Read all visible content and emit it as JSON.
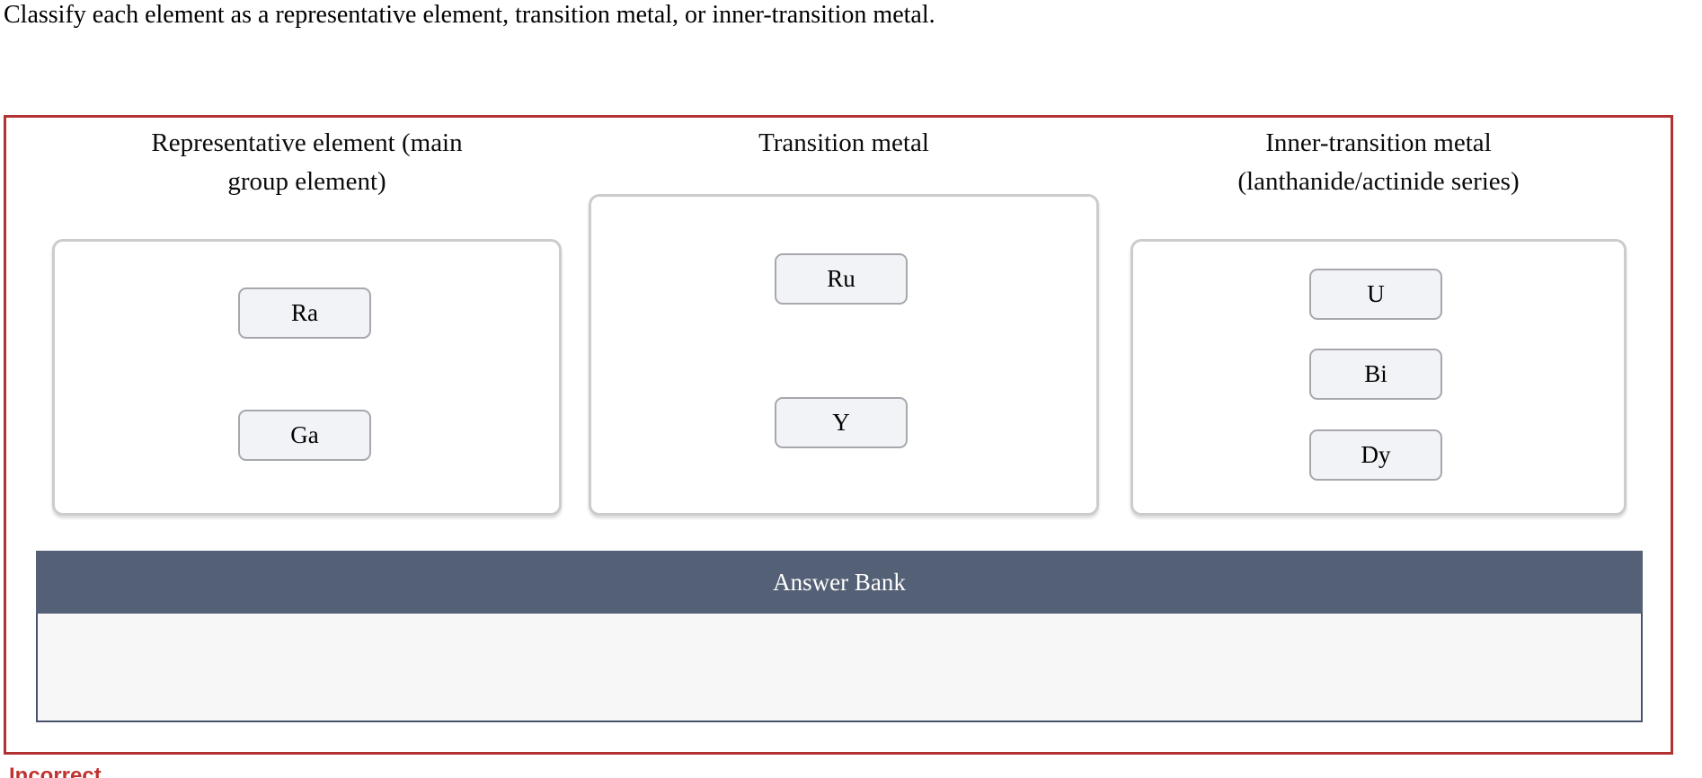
{
  "page": {
    "prompt": "Classify each element as a representative element, transition metal, or inner-transition metal.",
    "feedback": "Incorrect"
  },
  "colors": {
    "frame_border": "#b13232",
    "feedback_text": "#bf3431",
    "bin_border": "#cccccc",
    "chip_bg": "#f2f3f7",
    "chip_border": "#a6a8ae",
    "bank_header_bg": "#546075",
    "bank_header_text": "#ffffff",
    "bank_body_bg": "#f7f7f8",
    "bank_body_border": "#47536b"
  },
  "categories": [
    {
      "id": "representative",
      "label": "Representative element (main group element)",
      "label_lines": [
        "Representative element (main",
        "group element)"
      ],
      "items": [
        "Ra",
        "Ga"
      ]
    },
    {
      "id": "transition",
      "label": "Transition metal",
      "label_lines": [
        "Transition metal"
      ],
      "items": [
        "Ru",
        "Y"
      ]
    },
    {
      "id": "inner-transition",
      "label": "Inner-transition metal (lanthanide/actinide series)",
      "label_lines": [
        "Inner-transition metal",
        "(lanthanide/actinide series)"
      ],
      "items": [
        "U",
        "Bi",
        "Dy"
      ]
    }
  ],
  "answer_bank": {
    "title": "Answer Bank",
    "items": []
  }
}
